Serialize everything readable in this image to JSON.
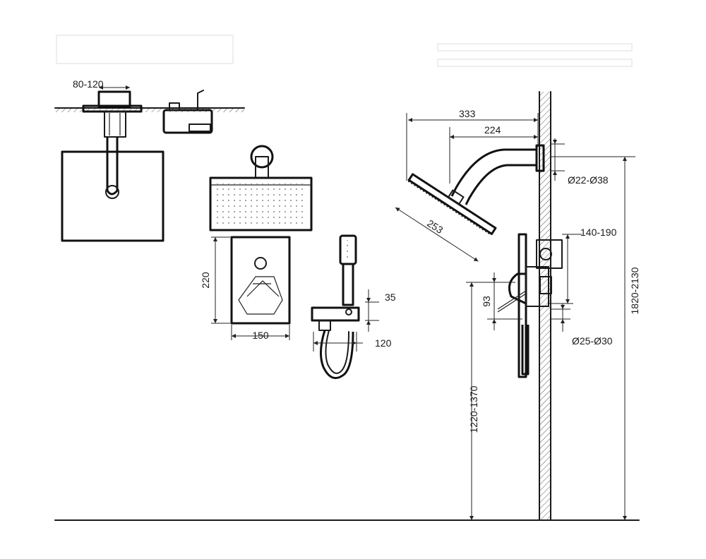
{
  "dimensions": {
    "ceiling_flange_depth": "80-120",
    "panel_height": "220",
    "panel_width": "150",
    "holder_offset": "35",
    "holder_depth": "120",
    "arm_reach": "333",
    "arm_projection": "224",
    "shower_head_size": "253",
    "pipe_diameter_top": "Ø22-Ø38",
    "valve_depth": "140-190",
    "valve_offset": "93",
    "pipe_diameter_bottom": "Ø25-Ø30",
    "valve_height": "1220-1370",
    "shower_head_height": "1820-2130"
  }
}
